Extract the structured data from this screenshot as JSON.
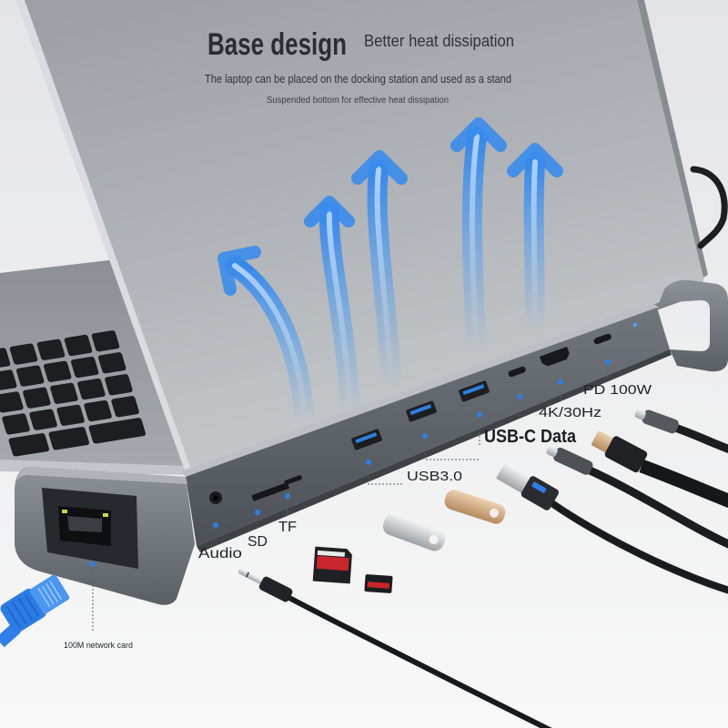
{
  "headline": {
    "title": "Base design",
    "subtitle": "Better heat dissipation",
    "line1": "The laptop can be placed on the docking station and used as a stand",
    "line2": "Suspended bottom for effective heat dissipation"
  },
  "ports": {
    "pd": "PD 100W",
    "hdmi": "4K/30Hz",
    "usbc_data": "USB-C Data",
    "usb3": "USB3.0",
    "tf": "TF",
    "sd": "SD",
    "audio": "Audio",
    "network": "100M network card"
  },
  "colors": {
    "accent_blue": "#2e7fe0",
    "arrow_blue": "#3a8cec",
    "dock_gray": "#5e6369",
    "lid_gray": "#b2b5b9"
  }
}
